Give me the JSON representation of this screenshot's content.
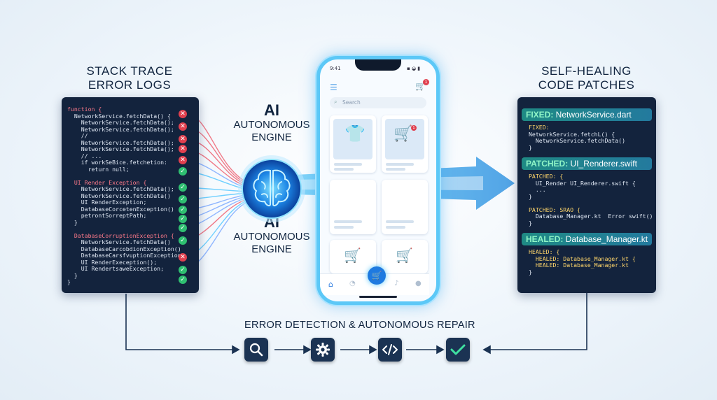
{
  "left_panel": {
    "title_line1": "STACK TRACE",
    "title_line2": "ERROR LOGS",
    "lines": [
      "function {",
      "  NetworkService.fetchData() {",
      "    NetworkService.fetchData();",
      "    NetworkService.fetchData();",
      "    //",
      "    NetworkService.fetchData();",
      "    NetworkService.fetchData();",
      "    // ...",
      "    if workSeBice.fetchetion:",
      "      return null;",
      "",
      "  UI Render Exception {",
      "    NetworkService.fetchData();",
      "    NetworkService.fetchData()",
      "    UI RenderException;",
      "    DatabaseCorcetenException()",
      "    petrontSorreptPath;",
      "  }",
      "",
      "  DatabaseCorruptionException {",
      "    NetworkService.fetchData()",
      "    DatabaseCarcobdionException()",
      "    DatabaseCarsfvuptionException;",
      "    UI RenderExeception();",
      "    UI RendertsaweException;",
      "  }",
      "}"
    ],
    "badges": [
      "error",
      "error",
      "error",
      "error",
      "error",
      "ok",
      "ok",
      "ok",
      "ok",
      "ok",
      "ok",
      "ok",
      "error",
      "ok",
      "ok"
    ]
  },
  "right_panel": {
    "title_line1": "SELF-HEALING",
    "title_line2": "CODE PATCHES",
    "sections": [
      {
        "tag": "FIXED:",
        "file": "NetworkService.dart",
        "lines": [
          "FIXED:",
          "NetworkService.fetchL() {",
          "  NetworkService.fetchData()",
          "}"
        ]
      },
      {
        "tag": "PATCHED:",
        "file": "UI_Renderer.swift",
        "lines": [
          "PATCHED: {",
          "  UI_Render UI_Renderer.swift {",
          "  ...",
          "}",
          "",
          "PATCHED: SRAO {",
          "  Database_Manager.kt  Error swift()",
          "}"
        ]
      },
      {
        "tag": "HEALED:",
        "file": "Database_Manager.kt",
        "lines": [
          "HEALED: {",
          "  HEALED: Database_Manager.kt {",
          "  HEALED: Database_Manager.kt",
          "}"
        ]
      }
    ]
  },
  "engine": {
    "top_big": "AI",
    "top_small": "AUTONOMOUS\nENGINE",
    "bottom_big": "AI",
    "bottom_small1": "AUTONOMOUS",
    "bottom_small2": "ENGINE"
  },
  "phone": {
    "time": "9:41",
    "search_placeholder": "Search",
    "cart_count": "1",
    "card_badge": "1"
  },
  "footer": {
    "title": "ERROR DETECTION & AUTONOMOUS REPAIR",
    "steps": [
      "search-icon",
      "gear-icon",
      "code-icon",
      "check-icon"
    ]
  },
  "colors": {
    "panel_bg": "#13233d",
    "error": "#e0404f",
    "ok": "#2fbf71",
    "accent": "#5cc8f7",
    "patch_header": "#1f8a84"
  }
}
